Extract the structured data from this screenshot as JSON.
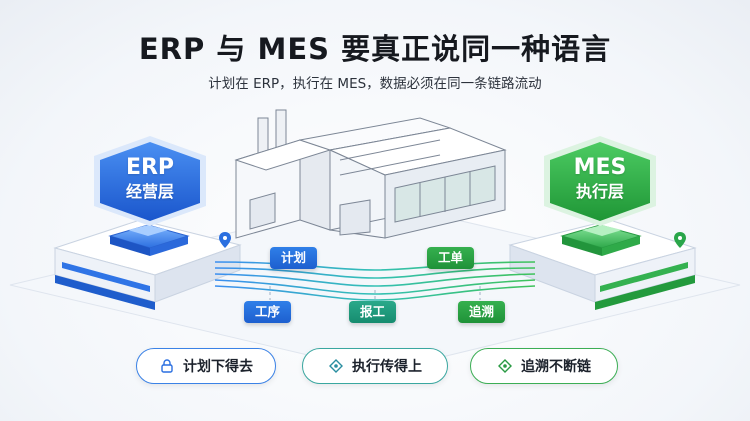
{
  "header": {
    "title": "ERP 与 MES 要真正说同一种语言",
    "subtitle": "计划在 ERP，执行在 MES，数据必须在同一条链路流动"
  },
  "erp": {
    "name": "ERP",
    "layer": "经营层"
  },
  "mes": {
    "name": "MES",
    "layer": "执行层"
  },
  "flow_tags": {
    "plan": "计划",
    "process": "工序",
    "report": "报工",
    "work_order": "工单",
    "trace": "追溯"
  },
  "principles": [
    {
      "label": "计划下得去",
      "icon": "lock-icon"
    },
    {
      "label": "执行传得上",
      "icon": "diamond-icon"
    },
    {
      "label": "追溯不断链",
      "icon": "diamond-icon"
    }
  ],
  "colors": {
    "erp_blue": "#1f63d8",
    "mes_green": "#2aa64a",
    "flow_teal": "#2aa98a"
  }
}
